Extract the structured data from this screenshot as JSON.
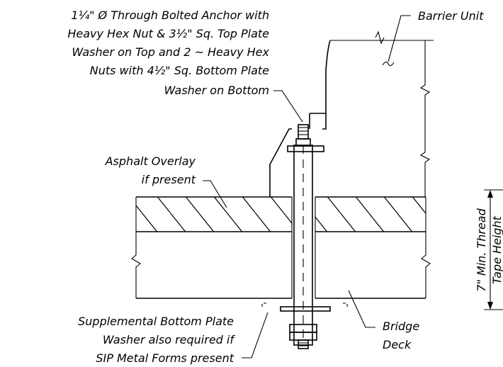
{
  "labels": {
    "anchor": {
      "line1": "1¼\" Ø Through Bolted Anchor with",
      "line2": "Heavy Hex Nut & 3½\" Sq. Top Plate",
      "line3": "Washer on Top and 2 ~ Heavy Hex",
      "line4": "Nuts with 4½\" Sq. Bottom Plate",
      "line5": "Washer on Bottom"
    },
    "barrier": "Barrier Unit",
    "asphalt": {
      "line1": "Asphalt Overlay",
      "line2": "if present"
    },
    "supplemental": {
      "line1": "Supplemental Bottom Plate",
      "line2": "Washer also required if",
      "line3": "SIP Metal Forms present"
    },
    "bridge": {
      "line1": "Bridge",
      "line2": "Deck"
    },
    "thread": {
      "line1": "7\" Min. Thread",
      "line2": "Tape Height"
    }
  }
}
